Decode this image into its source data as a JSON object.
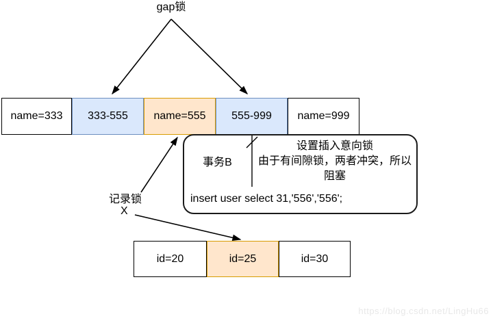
{
  "diagram": {
    "gap_lock_label": "gap锁",
    "record_lock_label": "记录锁",
    "record_lock_x": "X",
    "index_row": {
      "cells": [
        {
          "label": "name=333",
          "type": "plain"
        },
        {
          "label": "333-555",
          "type": "gap"
        },
        {
          "label": "name=555",
          "type": "lock"
        },
        {
          "label": "555-999",
          "type": "gap"
        },
        {
          "label": "name=999",
          "type": "plain"
        }
      ]
    },
    "transaction_box": {
      "title": "事务B",
      "note_lines": [
        "设置插入意向锁",
        "由于有间隙锁，两者冲突，所以",
        "阻塞"
      ],
      "sql": "insert user select 31,'556','556';"
    },
    "id_row": {
      "cells": [
        {
          "label": "id=20",
          "type": "plain"
        },
        {
          "label": "id=25",
          "type": "lock"
        },
        {
          "label": "id=30",
          "type": "plain"
        }
      ]
    },
    "watermark": "https://blog.csdn.net/LingHu66"
  },
  "colors": {
    "gap_cell_fill": "#dae8fc",
    "gap_cell_border": "#6c8ebf",
    "lock_cell_fill": "#ffe6cc",
    "lock_cell_border": "#d79b00",
    "plain_cell_fill": "#ffffff",
    "plain_cell_border": "#000000",
    "line_color": "#000000",
    "watermark": "#e8e8e8"
  }
}
